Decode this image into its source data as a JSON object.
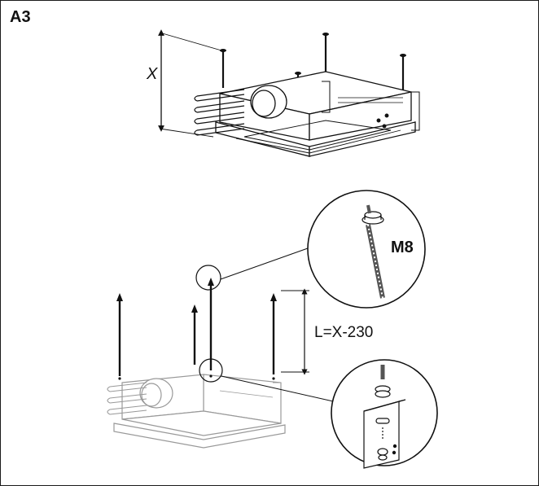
{
  "figure": {
    "label": "A3"
  },
  "top_view": {
    "height_label": "X"
  },
  "bottom_view": {
    "rod_length_label": "L=X-230"
  },
  "detail_thread": {
    "label": "M8"
  }
}
